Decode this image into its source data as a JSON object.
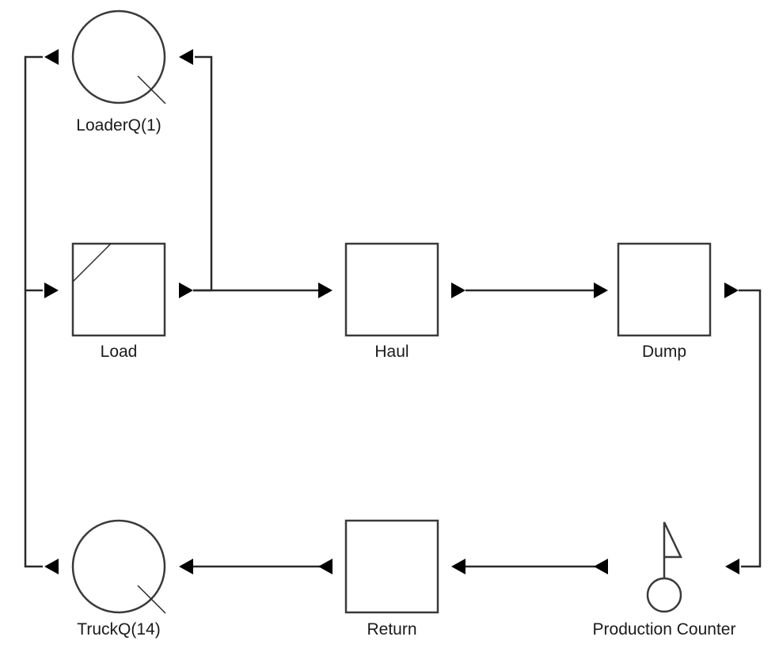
{
  "diagram": {
    "nodes": {
      "loader_queue": {
        "label": "LoaderQ(1)",
        "kind": "queue"
      },
      "load": {
        "label": "Load",
        "kind": "combi-activity"
      },
      "haul": {
        "label": "Haul",
        "kind": "normal-activity"
      },
      "dump": {
        "label": "Dump",
        "kind": "normal-activity"
      },
      "production_counter": {
        "label": "Production Counter",
        "kind": "counter"
      },
      "return": {
        "label": "Return",
        "kind": "normal-activity"
      },
      "truck_queue": {
        "label": "TruckQ(14)",
        "kind": "queue"
      }
    },
    "edges": [
      {
        "from": "load",
        "to": "loader_queue"
      },
      {
        "from": "load",
        "to": "haul"
      },
      {
        "from": "haul",
        "to": "dump"
      },
      {
        "from": "dump",
        "to": "production_counter"
      },
      {
        "from": "production_counter",
        "to": "return"
      },
      {
        "from": "return",
        "to": "truck_queue"
      },
      {
        "from": "truck_queue",
        "to": "load"
      },
      {
        "from": "loader_queue",
        "to": "load"
      }
    ],
    "colors": {
      "line": "#2a2a2a",
      "arrow": "#000000",
      "background": "#ffffff"
    }
  }
}
